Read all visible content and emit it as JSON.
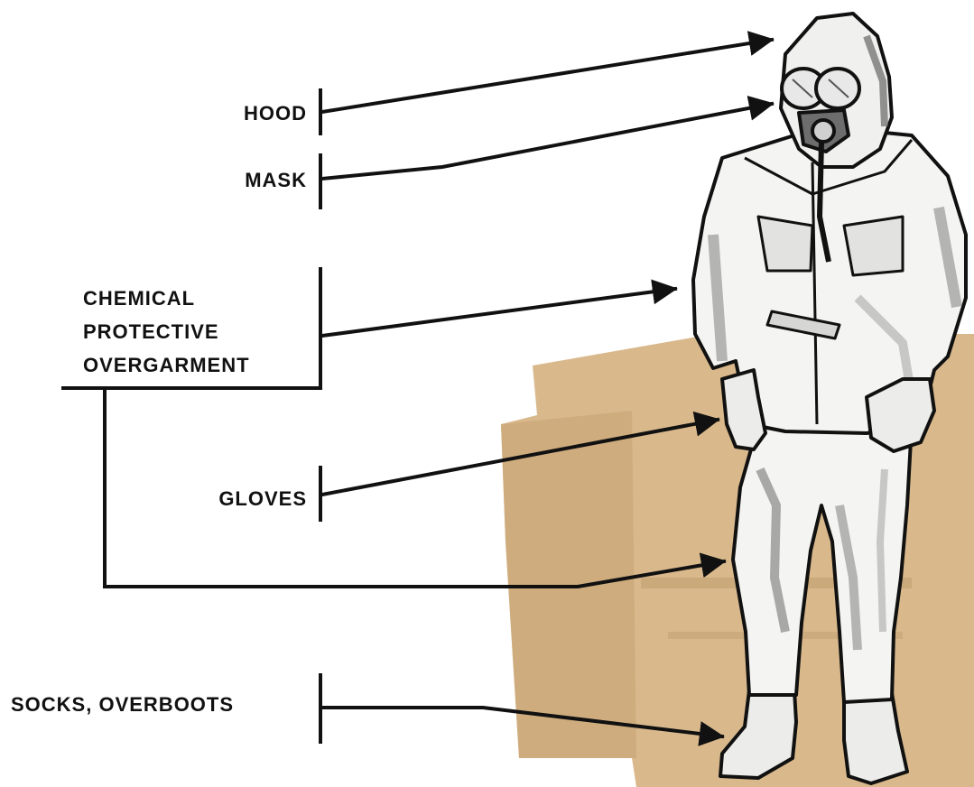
{
  "labels": {
    "hood": "HOOD",
    "mask": "MASK",
    "overgarment": [
      "CHEMICAL",
      "PROTECTIVE",
      "OVERGARMENT"
    ],
    "gloves": "GLOVES",
    "socks_overboots": "SOCKS, OVERBOOTS"
  },
  "colors": {
    "ink": "#111111",
    "background": "#ffffff",
    "carton": "#d9b98c",
    "carton_shade": "#c9a676",
    "suit_light": "#f4f4f2",
    "suit_shade": "#8e8e8e"
  }
}
